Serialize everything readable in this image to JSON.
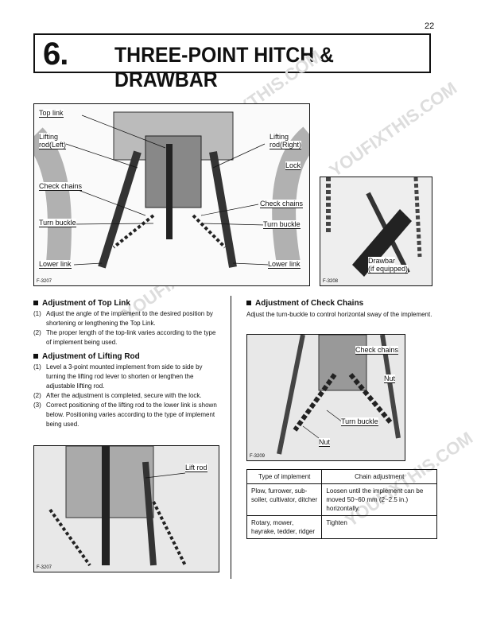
{
  "page_number": "22",
  "title": {
    "number": "6.",
    "text": "THREE-POINT HITCH & DRAWBAR"
  },
  "figure1": {
    "labels": {
      "top_link": "Top link",
      "lifting_left_1": "Lifting",
      "lifting_left_2": "rod(Left)",
      "lifting_right_1": "Lifting",
      "lifting_right_2": "rod(Right)",
      "lock": "Lock",
      "check_chains_left": "Check chains",
      "check_chains_right": "Check chains",
      "turn_buckle_left": "Turn buckle",
      "turn_buckle_right": "Turn buckle",
      "lower_link_left": "Lower link",
      "lower_link_right": "Lower link"
    },
    "code": "F-3207"
  },
  "figure2": {
    "label1": "Drawbar",
    "label2": "(if equipped)",
    "code": "F-3208"
  },
  "figure3": {
    "check_chains": "Check chains",
    "nut_right": "Nut",
    "turn_buckle": "Turn buckle",
    "nut_left": "Nut",
    "code": "F-3209"
  },
  "figure4": {
    "lift_rod": "Lift rod",
    "code": "F-3207"
  },
  "sections": {
    "top_link": {
      "heading": "Adjustment of Top Link",
      "items": [
        {
          "n": "(1)",
          "text": "Adjust the angle of the implement to the desired position by shortening or lengthening the Top Link."
        },
        {
          "n": "(2)",
          "text": "The proper length of the top-link varies according to the type of implement being used."
        }
      ]
    },
    "lifting_rod": {
      "heading": "Adjustment of Lifting Rod",
      "items": [
        {
          "n": "(1)",
          "text": "Level a 3-point mounted implement from side to side by turning the lifting rod lever to shorten or lengthen the adjustable lifting rod."
        },
        {
          "n": "(2)",
          "text": "After the adjustment is completed, secure with the lock."
        },
        {
          "n": "(3)",
          "text": "Correct positioning of the lifting rod to the lower link is shown below. Positioning varies according to the type of implement being used."
        }
      ]
    },
    "check_chains": {
      "heading": "Adjustment of Check Chains",
      "text": "Adjust the turn-buckle to control horizontal sway of the implement."
    }
  },
  "table": {
    "headers": [
      "Type of implement",
      "Chain adjustment"
    ],
    "rows": [
      [
        "Plow, furrower, sub-soiler, cultivator, ditcher",
        "Loosen until the implement can be moved 50~60 mm (2~2.5 in.) horizontally."
      ],
      [
        "Rotary, mower, hayrake, tedder, ridger",
        "Tighten"
      ]
    ]
  },
  "watermark": "YOUFIXTHIS.COM"
}
